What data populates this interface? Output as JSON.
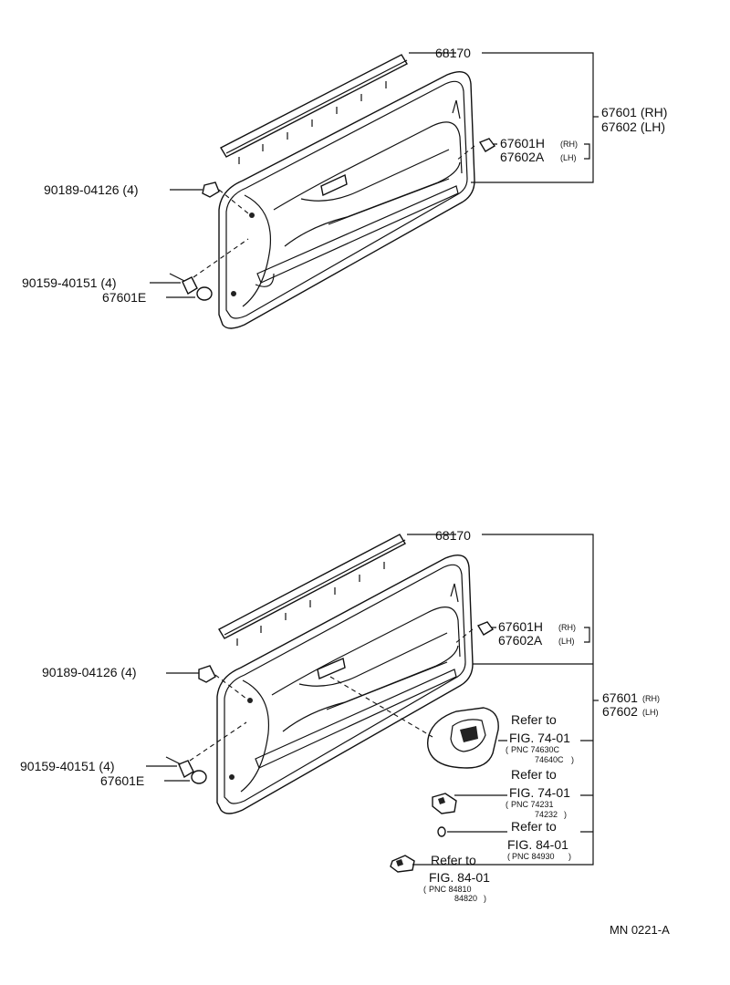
{
  "top_view": {
    "weatherstrip": "68170",
    "board_rh": "67601 (RH)",
    "board_lh": "67602 (LH)",
    "clip_rh": "67601H",
    "clip_rh_side": "(RH)",
    "clip_lh": "67602A",
    "clip_lh_side": "(LH)",
    "retainer": "90189-04126 (4)",
    "screw": "90159-40151 (4)",
    "cap": "67601E"
  },
  "bottom_view": {
    "weatherstrip": "68170",
    "clip_rh": "67601H",
    "clip_rh_side": "(RH)",
    "clip_lh": "67602A",
    "clip_lh_side": "(LH)",
    "retainer": "90189-04126 (4)",
    "screw": "90159-40151 (4)",
    "cap": "67601E",
    "board_rh": "67601",
    "board_rh_side": "(RH)",
    "board_lh": "67602",
    "board_lh_side": "(LH)",
    "ref1": {
      "refer": "Refer to",
      "fig": "FIG. 74-01",
      "pnc_line1": "PNC 74630C",
      "pnc_line2": "74640C"
    },
    "ref2": {
      "refer": "Refer to",
      "fig": "FIG. 74-01",
      "pnc_line1": "PNC 74231",
      "pnc_line2": "74232"
    },
    "ref3": {
      "refer": "Refer to",
      "fig": "FIG. 84-01",
      "pnc_line1": "PNC 84930"
    },
    "ref4": {
      "refer": "Refer to",
      "fig": "FIG. 84-01",
      "pnc_line1": "PNC 84810",
      "pnc_line2": "84820"
    }
  },
  "footer": {
    "code": "MN  0221-A"
  }
}
